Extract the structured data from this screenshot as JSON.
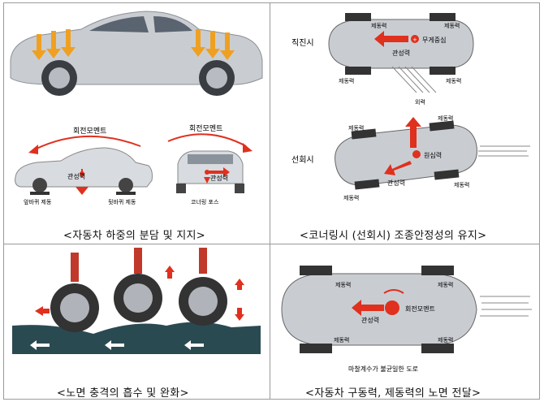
{
  "panel1": {
    "label_moment_left": "회전모멘트",
    "label_moment_right": "회전모멘트",
    "label_inertia_left": "관성력",
    "label_inertia_right": "관성력",
    "label_front_brake": "앞바퀴 제동",
    "label_rear_brake": "뒷바퀴 제동",
    "label_cornering": "코너링 포스",
    "caption": "<자동차 하중의 분담 및 지지>"
  },
  "panel2": {
    "label_straight": "직진시",
    "label_turning": "선회시",
    "label_brake_1": "제동력",
    "label_brake_2": "제동력",
    "label_brake_3": "제동력",
    "label_brake_4": "제동력",
    "label_brake_5": "제동력",
    "label_brake_6": "제동력",
    "label_brake_7": "제동력",
    "label_brake_8": "제동력",
    "label_cg": "무게중심",
    "label_inertia_top": "관성력",
    "label_external": "외력",
    "label_centrifugal": "원심력",
    "label_inertia_bottom": "관성력",
    "caption": "<코너링시 (선회시) 조종안정성의 유지>"
  },
  "panel3": {
    "caption": "<노면 충격의 흡수 및 완화>"
  },
  "panel4": {
    "label_brake_1": "제동력",
    "label_brake_2": "제동력",
    "label_brake_3": "제동력",
    "label_brake_4": "제동력",
    "label_inertia": "관성력",
    "label_moment": "회전모멘트",
    "label_road": "마찰계수가 불균일한 도로",
    "caption": "<자동차 구동력, 제동력의 노면 전달>"
  },
  "colors": {
    "arrow_red": "#e0301e",
    "arrow_orange": "#f0a020",
    "car_silver": "#c9cdd2",
    "road_dark": "#2a4a52"
  }
}
